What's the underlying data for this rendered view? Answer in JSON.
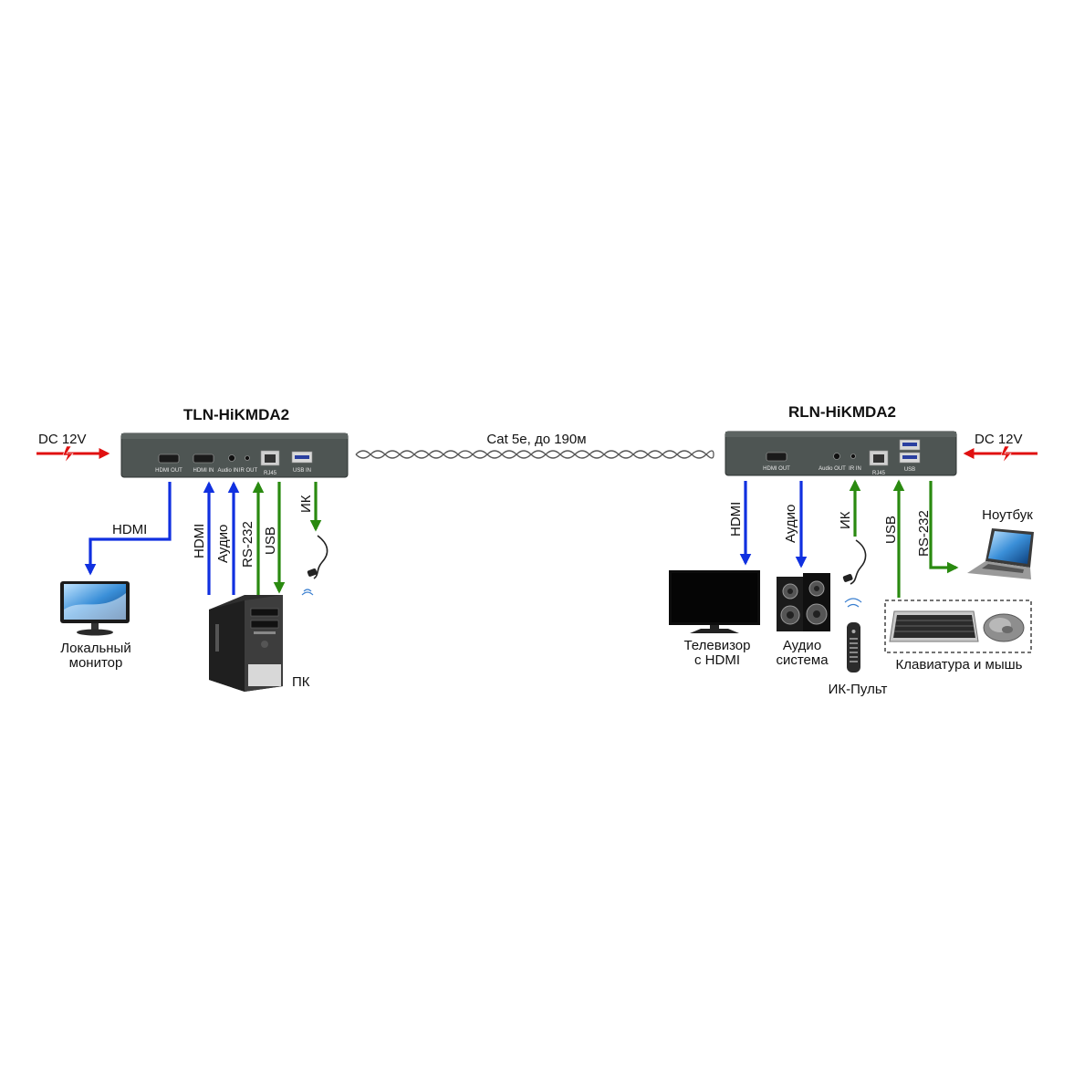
{
  "transmitter": {
    "title": "TLN-HiKMDA2",
    "ports": [
      "HDMI OUT",
      "HDMI IN",
      "Audio IN",
      "IR OUT",
      "RJ45",
      "USB IN"
    ]
  },
  "receiver": {
    "title": "RLN-HiKMDA2",
    "ports": [
      "HDMI OUT",
      "Audio OUT",
      "IR IN",
      "RJ45",
      "USB"
    ]
  },
  "cable": {
    "label": "Cat 5e, до 190м"
  },
  "power": {
    "left": "DC 12V",
    "right": "DC 12V"
  },
  "left_signals": {
    "hdmi_out": "HDMI",
    "hdmi_in": "HDMI",
    "audio": "Аудио",
    "rs232": "RS-232",
    "usb": "USB",
    "ir": "ИК"
  },
  "right_signals": {
    "hdmi": "HDMI",
    "audio": "Аудио",
    "ir": "ИК",
    "usb": "USB",
    "rs232": "RS-232"
  },
  "devices": {
    "local_monitor_1": "Локальный",
    "local_monitor_2": "монитор",
    "pc": "ПК",
    "tv_1": "Телевизор",
    "tv_2": "с HDMI",
    "audio_1": "Аудио",
    "audio_2": "система",
    "remote": "ИК-Пульт",
    "laptop": "Ноутбук",
    "kbd_mouse": "Клавиатура и мышь"
  },
  "colors": {
    "hdmi": "#1030e0",
    "usb_rs232": "#2a8a10",
    "power": "#e01010",
    "box": "#4e5553"
  }
}
